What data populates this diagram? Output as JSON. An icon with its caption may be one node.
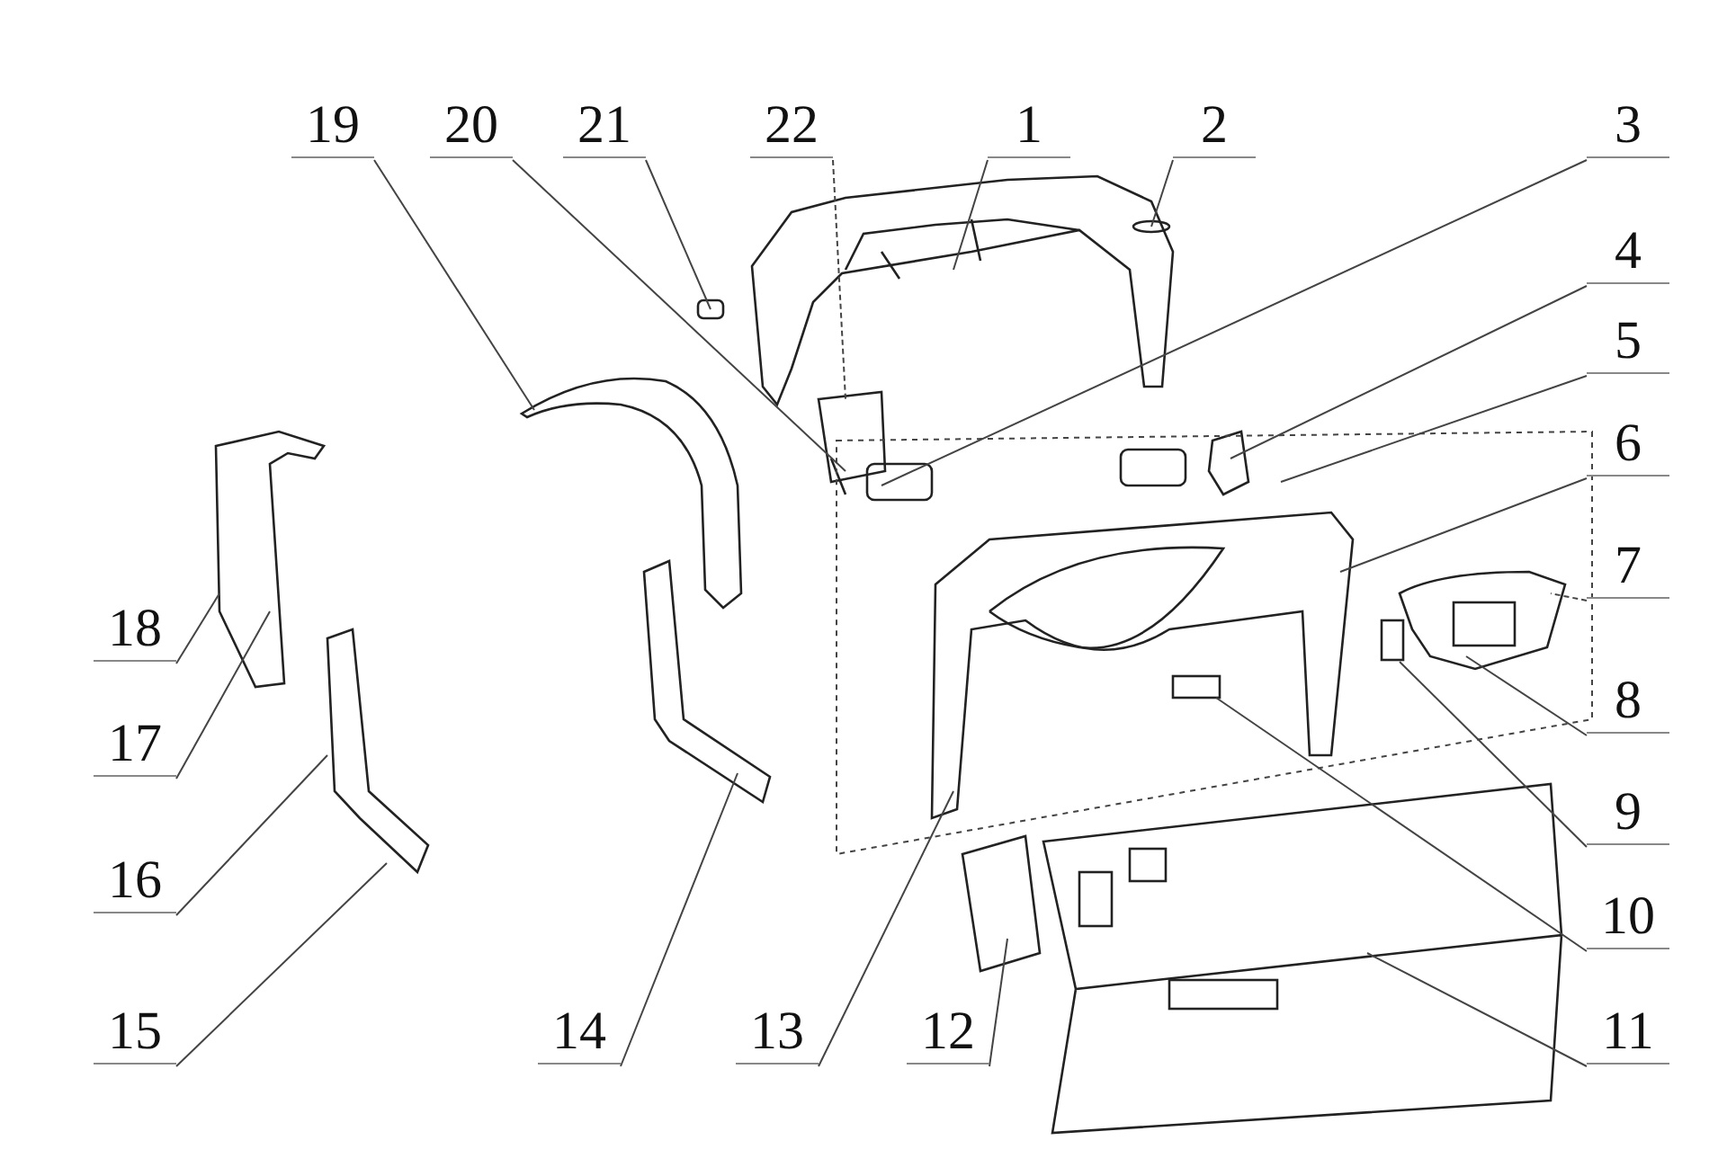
{
  "diagram": {
    "nodes": [
      {
        "text": [
          "1"
        ]
      },
      {
        "text": [
          "2"
        ]
      },
      {
        "text": [
          "3"
        ]
      },
      {
        "text": [
          "4"
        ]
      },
      {
        "text": [
          "5"
        ]
      },
      {
        "text": [
          "6"
        ]
      },
      {
        "text": [
          "7"
        ]
      },
      {
        "text": [
          "8"
        ]
      },
      {
        "text": [
          "9"
        ]
      },
      {
        "text": [
          "10"
        ]
      },
      {
        "text": [
          "11"
        ]
      },
      {
        "text": [
          "12"
        ]
      },
      {
        "text": [
          "13"
        ]
      },
      {
        "text": [
          "14"
        ]
      },
      {
        "text": [
          "15"
        ]
      },
      {
        "text": [
          "16"
        ]
      },
      {
        "text": [
          "17"
        ]
      },
      {
        "text": [
          "18"
        ]
      },
      {
        "text": [
          "19"
        ]
      },
      {
        "text": [
          "20"
        ]
      },
      {
        "text": [
          "21"
        ]
      },
      {
        "text": [
          "22"
        ]
      }
    ],
    "edges": [
      {
        "from": 0,
        "to": null,
        "arrow": "none"
      },
      {
        "from": 1,
        "to": null,
        "arrow": "none"
      },
      {
        "from": 2,
        "to": null,
        "arrow": "none"
      },
      {
        "from": 3,
        "to": null,
        "arrow": "none"
      },
      {
        "from": 4,
        "to": null,
        "arrow": "none"
      },
      {
        "from": 5,
        "to": null,
        "arrow": "none"
      },
      {
        "from": 6,
        "to": null,
        "arrow": "none",
        "style": "dashed"
      },
      {
        "from": 7,
        "to": null,
        "arrow": "none"
      },
      {
        "from": 8,
        "to": null,
        "arrow": "none"
      },
      {
        "from": 9,
        "to": null,
        "arrow": "none"
      },
      {
        "from": 10,
        "to": null,
        "arrow": "none"
      },
      {
        "from": 11,
        "to": null,
        "arrow": "none"
      },
      {
        "from": 12,
        "to": null,
        "arrow": "none"
      },
      {
        "from": 13,
        "to": null,
        "arrow": "none"
      },
      {
        "from": 14,
        "to": null,
        "arrow": "none"
      },
      {
        "from": 15,
        "to": null,
        "arrow": "none"
      },
      {
        "from": 16,
        "to": null,
        "arrow": "none"
      },
      {
        "from": 17,
        "to": null,
        "arrow": "none"
      },
      {
        "from": 18,
        "to": null,
        "arrow": "none"
      },
      {
        "from": 19,
        "to": null,
        "arrow": "none"
      },
      {
        "from": 20,
        "to": null,
        "arrow": "none"
      },
      {
        "from": 21,
        "to": null,
        "arrow": "none",
        "style": "dashed"
      }
    ]
  }
}
